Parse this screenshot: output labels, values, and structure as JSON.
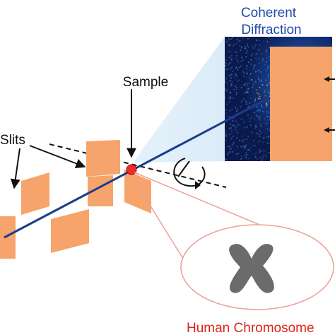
{
  "labels": {
    "title_line1": "Coherent",
    "title_line2": "Diffraction",
    "sample": "Sample",
    "slits": "Slits",
    "specimen": "Human Chromosome"
  },
  "colors": {
    "slit_orange": "#f6a46c",
    "beam_blue": "#1d3c8c",
    "title_blue": "#1f4aa8",
    "specimen_red": "#e0241b",
    "sample_dot": "#ee2a2a",
    "chromosome_gray": "#6b6b6b",
    "callout_pink": "#e9a19b",
    "cone_blue": "#cfe6f6",
    "pattern_bg": "#0b1a4d",
    "speckle_center": "#ffd23a"
  },
  "icons": {
    "sample_marker": "red-dot",
    "rotation": "curved-rotation-arrow",
    "specimen": "chromosome-x-shape"
  }
}
